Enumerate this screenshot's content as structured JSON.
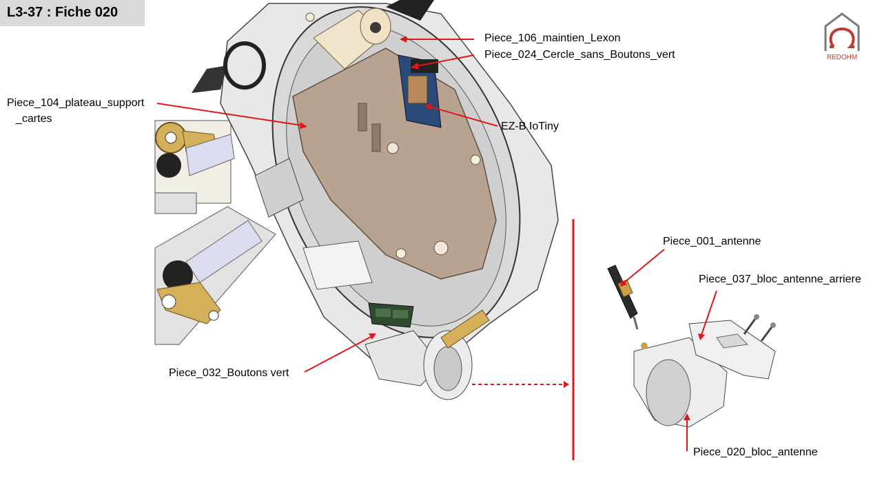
{
  "slide": {
    "title": "L3-37 : Fiche 020"
  },
  "logo": {
    "text": "REDOHM",
    "color": "#c0392b"
  },
  "labels": {
    "piece_106": "Piece_106_maintien_Lexon",
    "piece_024": "Piece_024_Cercle_sans_Boutons_vert",
    "piece_104_line1": "Piece_104_plateau_support",
    "piece_104_line2": "_cartes",
    "ezb": "EZ-B IoTiny",
    "piece_032": "Piece_032_Boutons vert",
    "piece_001": "Piece_001_antenne",
    "piece_037": "Piece_037_bloc_antenne_arriere",
    "piece_020": "Piece_020_bloc_antenne"
  },
  "colors": {
    "arrow": "#e0161b",
    "plate": "#b8a290",
    "body": "#e8e8e8",
    "gold": "#d4b05a"
  }
}
